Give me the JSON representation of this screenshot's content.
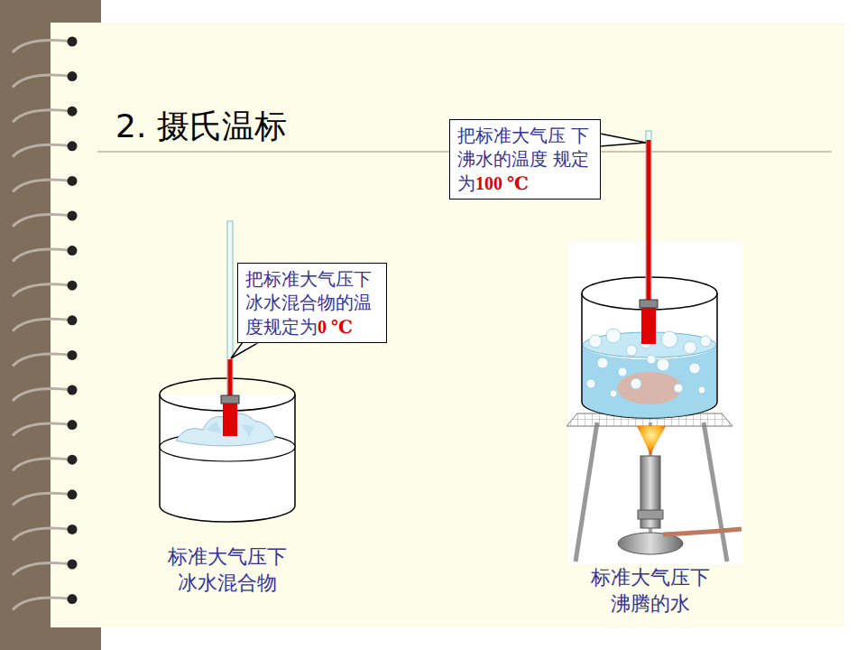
{
  "diagram": {
    "title": "2. 摄氏温标",
    "nodes": [
      {
        "text": [
          "把标准大气压下 冰水混合物的温 度规定为",
          "0 ℃"
        ]
      },
      {
        "text": [
          "把标准大气压 下沸水的温度 规定为",
          "100 ℃"
        ]
      }
    ],
    "labels": [
      "标准大气压下 冰水混合物",
      "标准大气压下 沸腾的水"
    ]
  }
}
